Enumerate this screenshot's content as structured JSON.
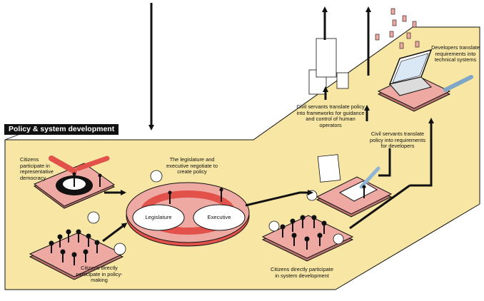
{
  "section_title": "Policy & system development",
  "labels": {
    "citizens_representative": "Citizens participate in representative democracy",
    "legislature_executive": "The legislature and executive negotiate to create policy",
    "legislature": "Legislature",
    "executive": "Executive",
    "citizens_policy": "Citizens directly participate in policy-making",
    "civil_frameworks": "Civil servants translate policy into frameworks for guidance and control of human operators",
    "civil_requirements": "Civil servants translate policy into requirements for developers",
    "developers": "Developers translate requirements into technical systems",
    "citizens_system": "Citizens directly participate in system development"
  },
  "colors": {
    "panel_fill": "#f7e6a4",
    "platform_pink": "#eea9a2",
    "platform_dark": "#b9736c",
    "ring_red": "#e2514a",
    "ink": "#111111"
  }
}
